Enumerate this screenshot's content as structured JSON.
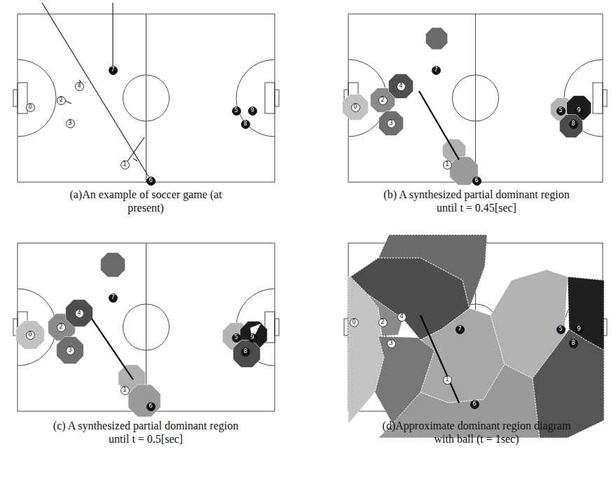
{
  "diagram": {
    "nodes": [
      {
        "text": [
          "0"
        ]
      },
      {
        "text": [
          "1"
        ]
      },
      {
        "text": [
          "2"
        ]
      },
      {
        "text": [
          "3"
        ]
      },
      {
        "text": [
          "4"
        ]
      },
      {
        "text": [
          "5"
        ]
      },
      {
        "text": [
          "6"
        ]
      },
      {
        "text": [
          "7"
        ]
      },
      {
        "text": [
          "8"
        ]
      },
      {
        "text": [
          "9"
        ]
      },
      {
        "text": [
          "0"
        ]
      },
      {
        "text": [
          "1"
        ]
      },
      {
        "text": [
          "2"
        ]
      },
      {
        "text": [
          "3"
        ]
      },
      {
        "text": [
          "4"
        ]
      },
      {
        "text": [
          "5"
        ]
      },
      {
        "text": [
          "6"
        ]
      },
      {
        "text": [
          "7"
        ]
      },
      {
        "text": [
          "8"
        ]
      },
      {
        "text": [
          "9"
        ]
      },
      {
        "text": [
          "0"
        ]
      },
      {
        "text": [
          "1"
        ]
      },
      {
        "text": [
          "2"
        ]
      },
      {
        "text": [
          "3"
        ]
      },
      {
        "text": [
          "4"
        ]
      },
      {
        "text": [
          "5"
        ]
      },
      {
        "text": [
          "6"
        ]
      },
      {
        "text": [
          "7"
        ]
      },
      {
        "text": [
          "8"
        ]
      },
      {
        "text": [
          "9"
        ]
      },
      {
        "text": [
          "0"
        ]
      },
      {
        "text": [
          "1"
        ]
      },
      {
        "text": [
          "2"
        ]
      },
      {
        "text": [
          "3"
        ]
      },
      {
        "text": [
          "4"
        ]
      },
      {
        "text": [
          "5"
        ]
      },
      {
        "text": [
          "6"
        ]
      },
      {
        "text": [
          "7"
        ]
      },
      {
        "text": [
          "8"
        ]
      },
      {
        "text": [
          "9"
        ]
      }
    ],
    "labels": [
      "(a)An example of soccer game (at present)",
      "(b) A synthesized partial dominant region until t = 0.45[sec]",
      "(c) A synthesized partial dominant region until t = 0.5[sec]",
      "(d)Approximate dominant region diagram with ball (t = 1sec)"
    ]
  }
}
